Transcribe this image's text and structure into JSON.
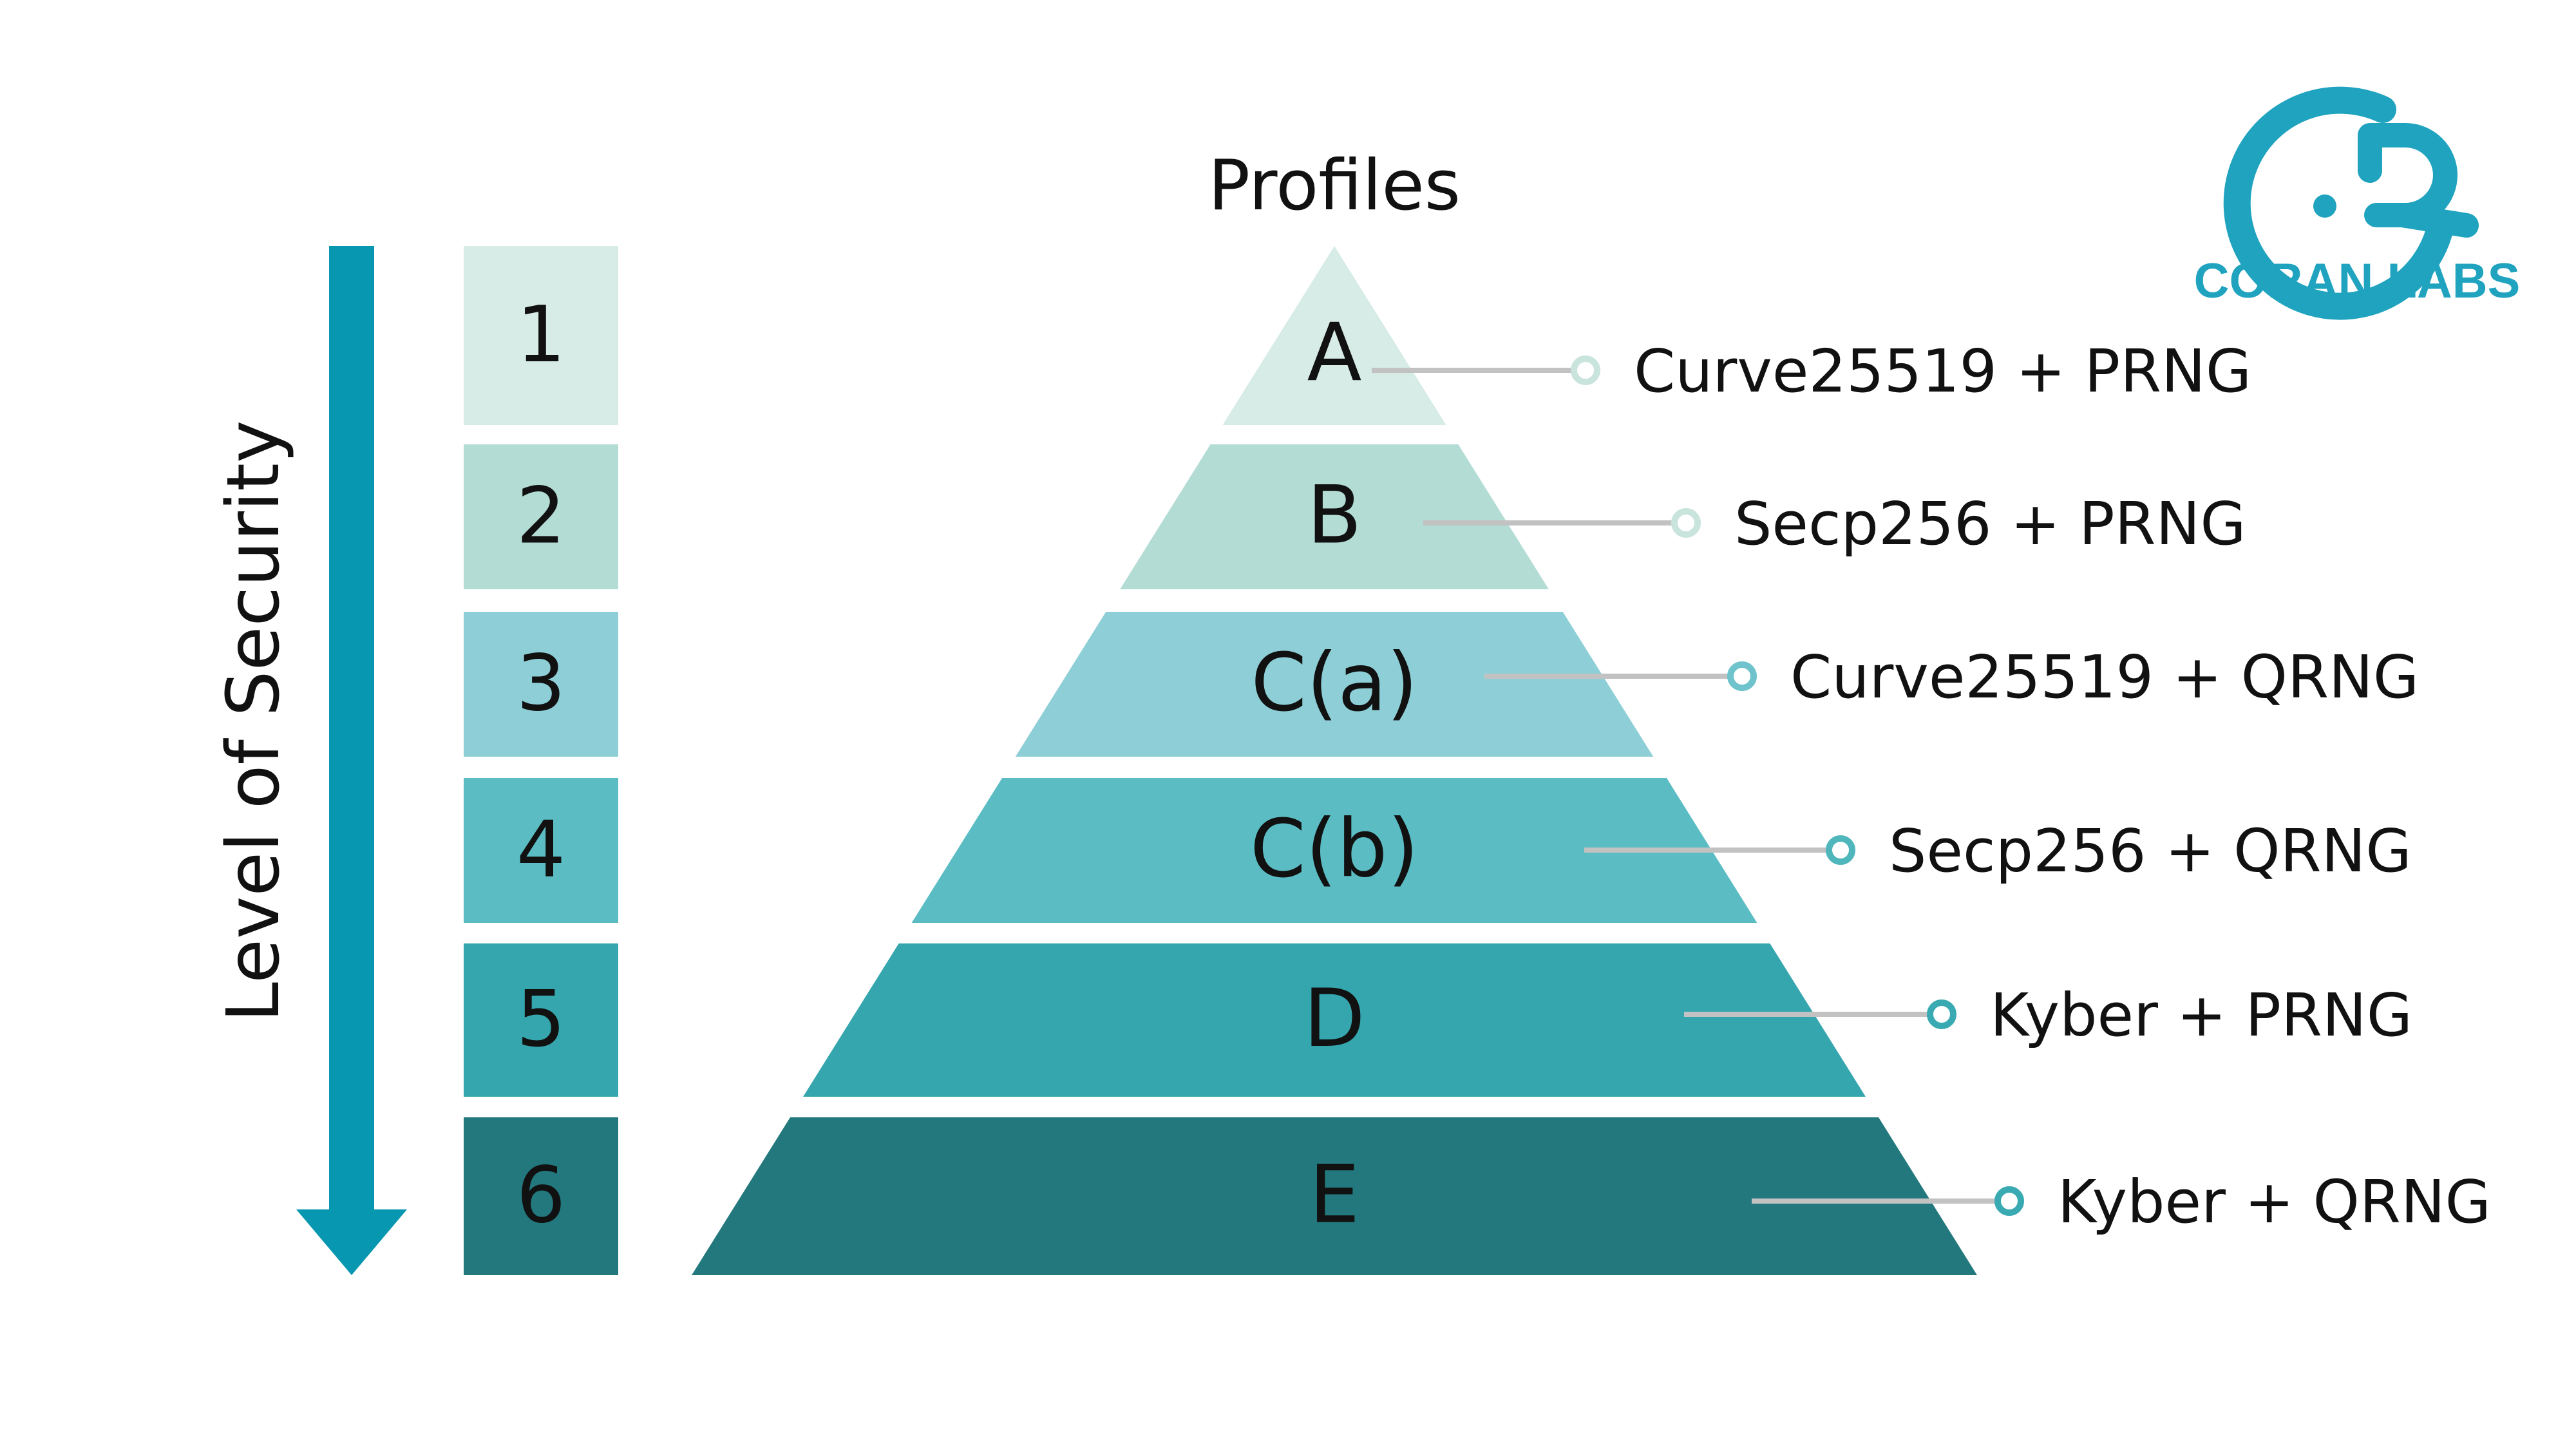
{
  "title": "Profiles",
  "axis_label": "Level of Security",
  "brand": {
    "name": "CORAN LABS",
    "color": "#1fa3bf"
  },
  "arrow_color": "#0797b0",
  "levels": [
    {
      "number": "1",
      "profile": "A",
      "description": "Curve25519 + PRNG",
      "color": "#d7ece6",
      "dot": "#c9e4dc"
    },
    {
      "number": "2",
      "profile": "B",
      "description": "Secp256 + PRNG",
      "color": "#b2dcd4",
      "dot": "#c9e4dc"
    },
    {
      "number": "3",
      "profile": "C(a)",
      "description": "Curve25519 + QRNG",
      "color": "#8ecfd7",
      "dot": "#6fc3cc"
    },
    {
      "number": "4",
      "profile": "C(b)",
      "description": "Secp256 + QRNG",
      "color": "#5bbdc3",
      "dot": "#4fb6bc"
    },
    {
      "number": "5",
      "profile": "D",
      "description": "Kyber + PRNG",
      "color": "#35a6ae",
      "dot": "#3aaab2"
    },
    {
      "number": "6",
      "profile": "E",
      "description": "Kyber + QRNG",
      "color": "#23787d",
      "dot": "#3aaab2"
    }
  ]
}
